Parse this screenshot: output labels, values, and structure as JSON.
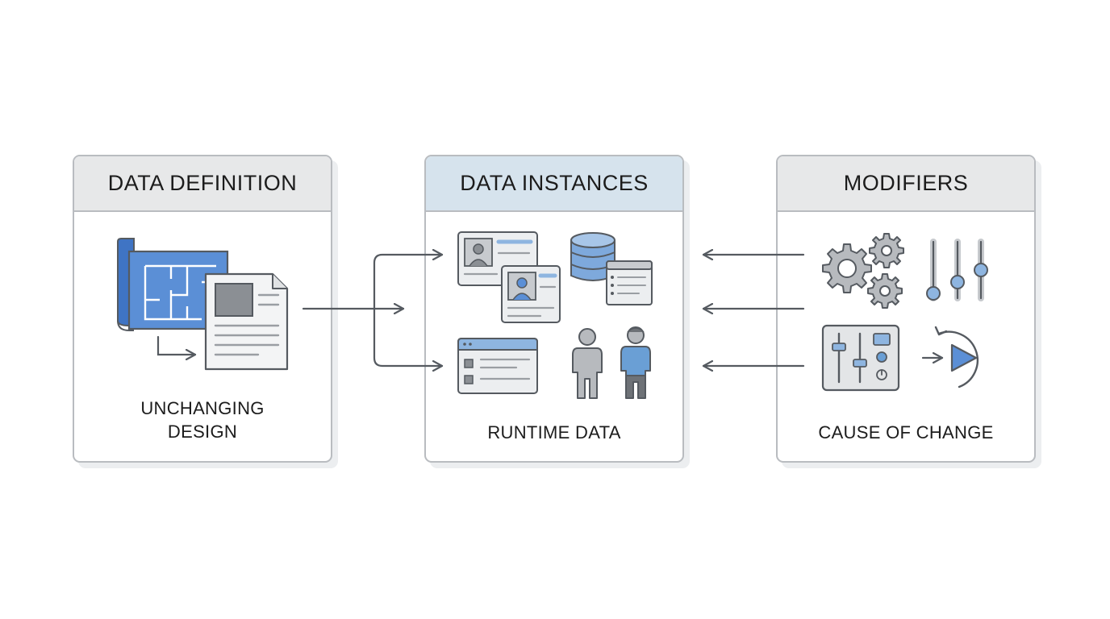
{
  "panels": {
    "definition": {
      "title": "DATA DEFINITION",
      "label_line1": "UNCHANGING",
      "label_line2": "DESIGN"
    },
    "instances": {
      "title": "DATA INSTANCES",
      "label": "RUNTIME DATA"
    },
    "modifiers": {
      "title": "MODIFIERS",
      "label": "CAUSE OF CHANGE"
    }
  },
  "colors": {
    "accent_blue": "#6a9fd5",
    "deep_blue": "#3f74c4",
    "stroke": "#555a60",
    "border": "#b9bcc0",
    "header_gray": "#e7e8e9",
    "header_blue": "#d6e3ed"
  },
  "icons": [
    "blueprint-icon",
    "document-icon",
    "profile-card-icon",
    "database-icon",
    "browser-window-icon",
    "person-icon",
    "gears-icon",
    "sliders-icon",
    "control-panel-icon",
    "replay-icon",
    "arrow-icon"
  ]
}
